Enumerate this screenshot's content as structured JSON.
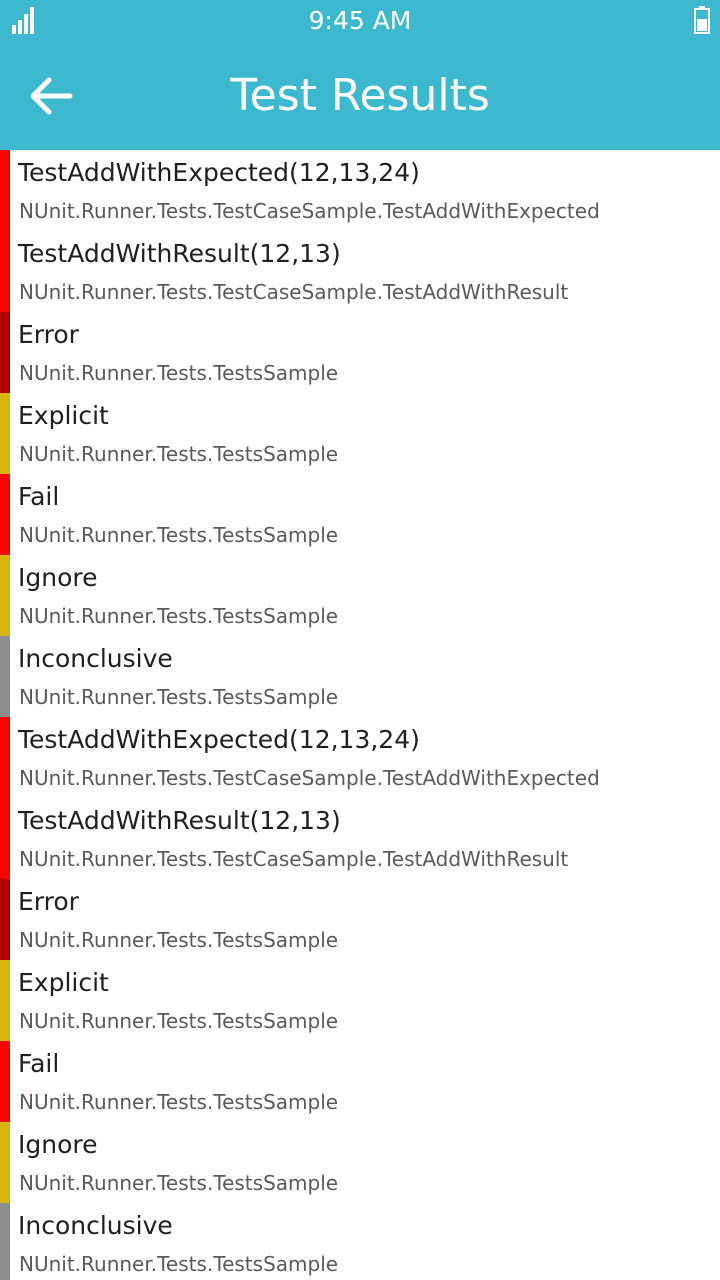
{
  "status_bar": {
    "time": "9:45 AM",
    "signal_icon": "signal-bars-icon",
    "battery_icon": "battery-icon"
  },
  "header": {
    "title": "Test Results",
    "back_icon": "back-arrow-icon"
  },
  "colors": {
    "header_bg": "#3db9cf",
    "failed": "#ff0000",
    "error": "#b00000",
    "skipped": "#d6b40a",
    "inconclusive": "#8c8c8c"
  },
  "results": [
    {
      "name": "TestAddWithExpected(12,13,24)",
      "fullname": "NUnit.Runner.Tests.TestCaseSample.TestAddWithExpected",
      "status": "failed"
    },
    {
      "name": "TestAddWithResult(12,13)",
      "fullname": "NUnit.Runner.Tests.TestCaseSample.TestAddWithResult",
      "status": "failed"
    },
    {
      "name": "Error",
      "fullname": "NUnit.Runner.Tests.TestsSample",
      "status": "error"
    },
    {
      "name": "Explicit",
      "fullname": "NUnit.Runner.Tests.TestsSample",
      "status": "skipped"
    },
    {
      "name": "Fail",
      "fullname": "NUnit.Runner.Tests.TestsSample",
      "status": "failed"
    },
    {
      "name": "Ignore",
      "fullname": "NUnit.Runner.Tests.TestsSample",
      "status": "skipped"
    },
    {
      "name": "Inconclusive",
      "fullname": "NUnit.Runner.Tests.TestsSample",
      "status": "inconclusive"
    },
    {
      "name": "TestAddWithExpected(12,13,24)",
      "fullname": "NUnit.Runner.Tests.TestCaseSample.TestAddWithExpected",
      "status": "failed"
    },
    {
      "name": "TestAddWithResult(12,13)",
      "fullname": "NUnit.Runner.Tests.TestCaseSample.TestAddWithResult",
      "status": "failed"
    },
    {
      "name": "Error",
      "fullname": "NUnit.Runner.Tests.TestsSample",
      "status": "error"
    },
    {
      "name": "Explicit",
      "fullname": "NUnit.Runner.Tests.TestsSample",
      "status": "skipped"
    },
    {
      "name": "Fail",
      "fullname": "NUnit.Runner.Tests.TestsSample",
      "status": "failed"
    },
    {
      "name": "Ignore",
      "fullname": "NUnit.Runner.Tests.TestsSample",
      "status": "skipped"
    },
    {
      "name": "Inconclusive",
      "fullname": "NUnit.Runner.Tests.TestsSample",
      "status": "inconclusive"
    }
  ]
}
